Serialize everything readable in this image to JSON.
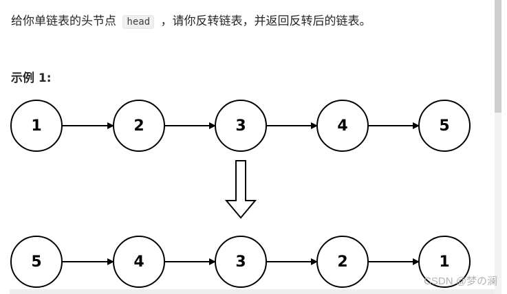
{
  "problem": {
    "text_before": "给你单链表的头节点",
    "code": "head",
    "text_after": "，请你反转链表，并返回反转后的链表。"
  },
  "example": {
    "title": "示例 1:"
  },
  "diagram": {
    "input_list": [
      "1",
      "2",
      "3",
      "4",
      "5"
    ],
    "output_list": [
      "5",
      "4",
      "3",
      "2",
      "1"
    ]
  },
  "watermark": "CSDN @梦の澜"
}
